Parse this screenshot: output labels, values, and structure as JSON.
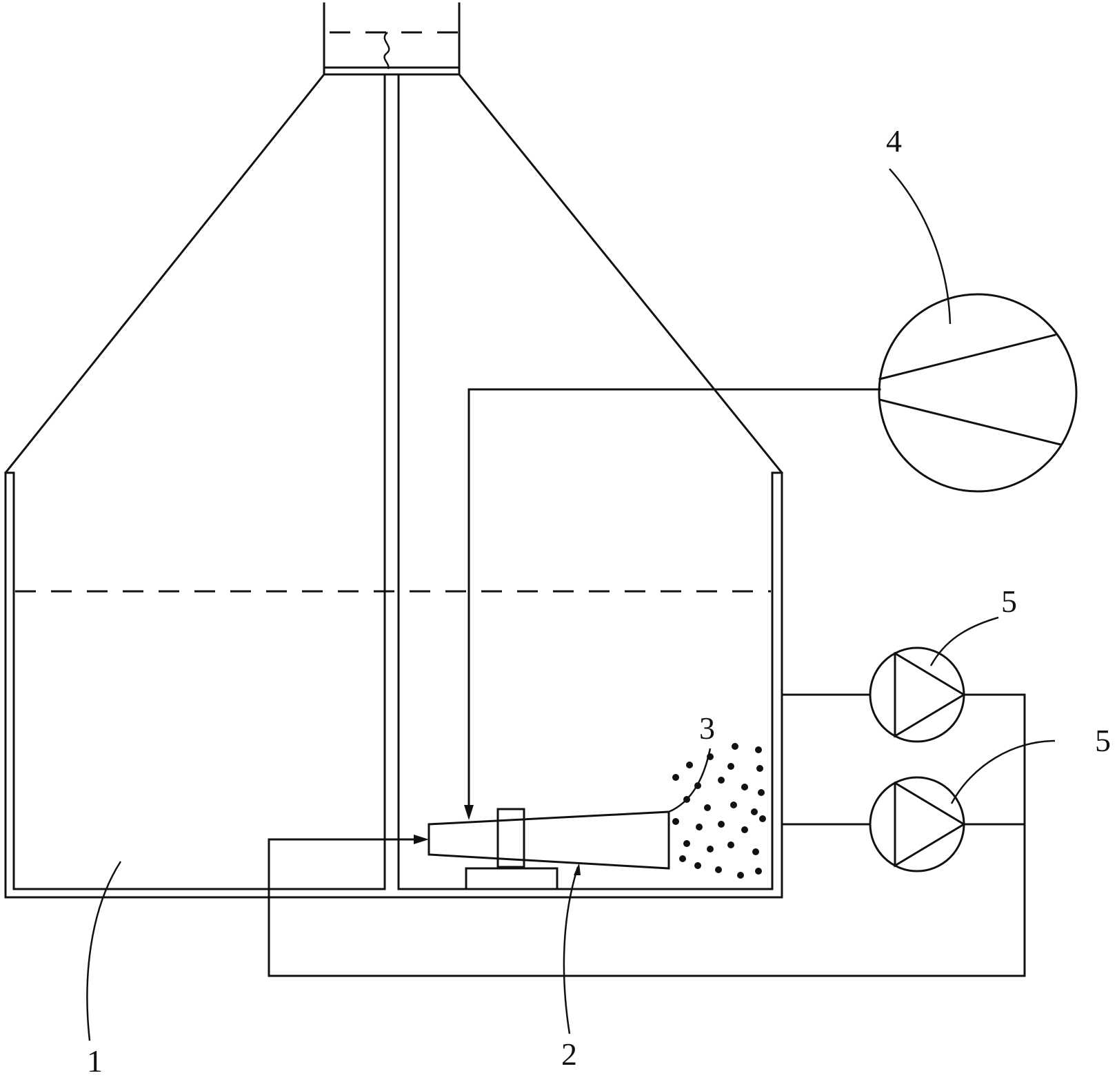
{
  "labels": {
    "tank": "1",
    "nozzle_base": "2",
    "nozzle": "3",
    "blower": "4",
    "pump_top": "5",
    "pump_bottom": "5"
  }
}
